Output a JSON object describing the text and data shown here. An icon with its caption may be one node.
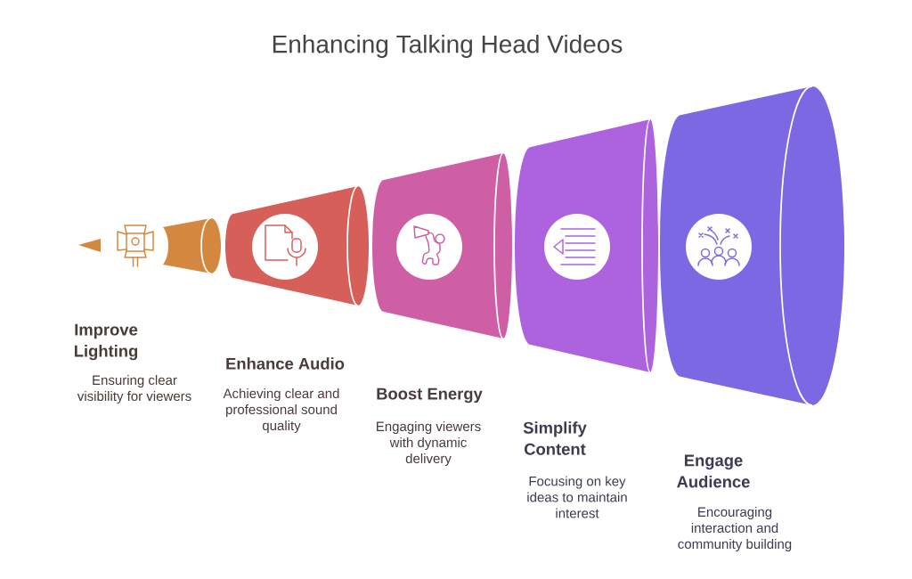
{
  "diagram": {
    "title": "Enhancing Talking Head Videos",
    "nodes": [
      {
        "text": [
          "Improve Lighting",
          "Ensuring clear visibility for viewers"
        ]
      },
      {
        "text": [
          "Enhance Audio",
          "Achieving clear and professional sound quality"
        ]
      },
      {
        "text": [
          "Boost Energy",
          "Engaging viewers with dynamic delivery"
        ]
      },
      {
        "text": [
          "Simplify Content",
          "Focusing on key ideas to maintain interest"
        ]
      },
      {
        "text": [
          "Engage Audience",
          "Encouraging interaction and community building"
        ]
      }
    ]
  }
}
